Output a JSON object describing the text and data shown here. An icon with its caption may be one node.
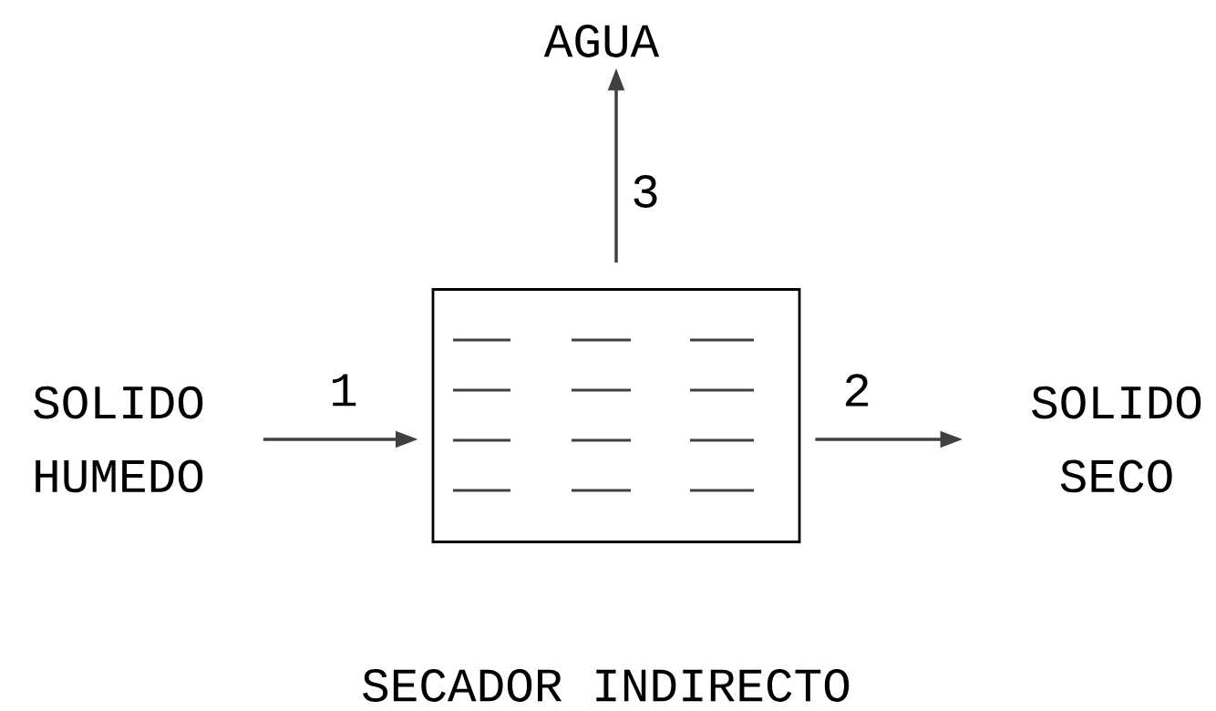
{
  "diagram": {
    "caption": "SECADOR INDIRECTO",
    "nodes": [
      {
        "text": [
          "SOLIDO HUMEDO"
        ]
      },
      {
        "text": [],
        "shape": "box"
      },
      {
        "text": [
          "SOLIDO SECO"
        ]
      },
      {
        "text": [
          "AGUA"
        ]
      }
    ],
    "edges": [
      {
        "from": 0,
        "to": 1,
        "arrow": "to",
        "label": "1"
      },
      {
        "from": 1,
        "to": 2,
        "arrow": "to",
        "label": "2"
      },
      {
        "from": 1,
        "to": 3,
        "arrow": "to",
        "label": "3"
      }
    ]
  }
}
